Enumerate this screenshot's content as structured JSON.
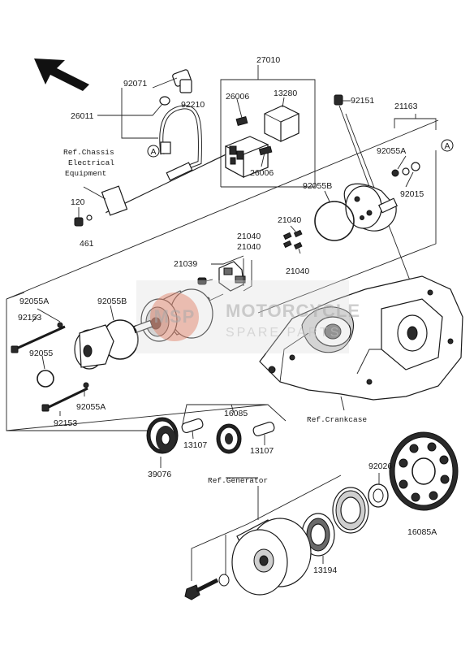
{
  "labels": {
    "p27010": "27010",
    "p92071": "92071",
    "p92210": "92210",
    "p26011": "26011",
    "p26006a": "26006",
    "p13280": "13280",
    "p26006b": "26006",
    "p92151": "92151",
    "p21163": "21163",
    "p92055A_top": "92055A",
    "p92055B_top": "92055B",
    "p92015": "92015",
    "p120": "120",
    "p461": "461",
    "p21040a": "21040",
    "p21040b": "21040",
    "p21040c": "21040",
    "p21040d": "21040",
    "p21039": "21039",
    "p92055A_l": "92055A",
    "p92055B_l": "92055B",
    "p92153_a": "92153",
    "p92055": "92055",
    "p92055A_b": "92055A",
    "p92153_b": "92153",
    "p16085": "16085",
    "p13107a": "13107",
    "p13107b": "13107",
    "p39076": "39076",
    "p92026": "92026",
    "p16085A": "16085A",
    "p13194": "13194"
  },
  "refs": {
    "chassis_1": "Ref.Chassis",
    "chassis_2": "Electrical",
    "chassis_3": "Equipment",
    "crankcase": "Ref.Crankcase",
    "generator": "Ref.Generator"
  },
  "callouts": {
    "a1": "A",
    "a2": "A"
  },
  "watermark": {
    "title": "MOTORCYCLE",
    "subtitle": "SPARE PARTS",
    "logo_text": "MSP"
  }
}
